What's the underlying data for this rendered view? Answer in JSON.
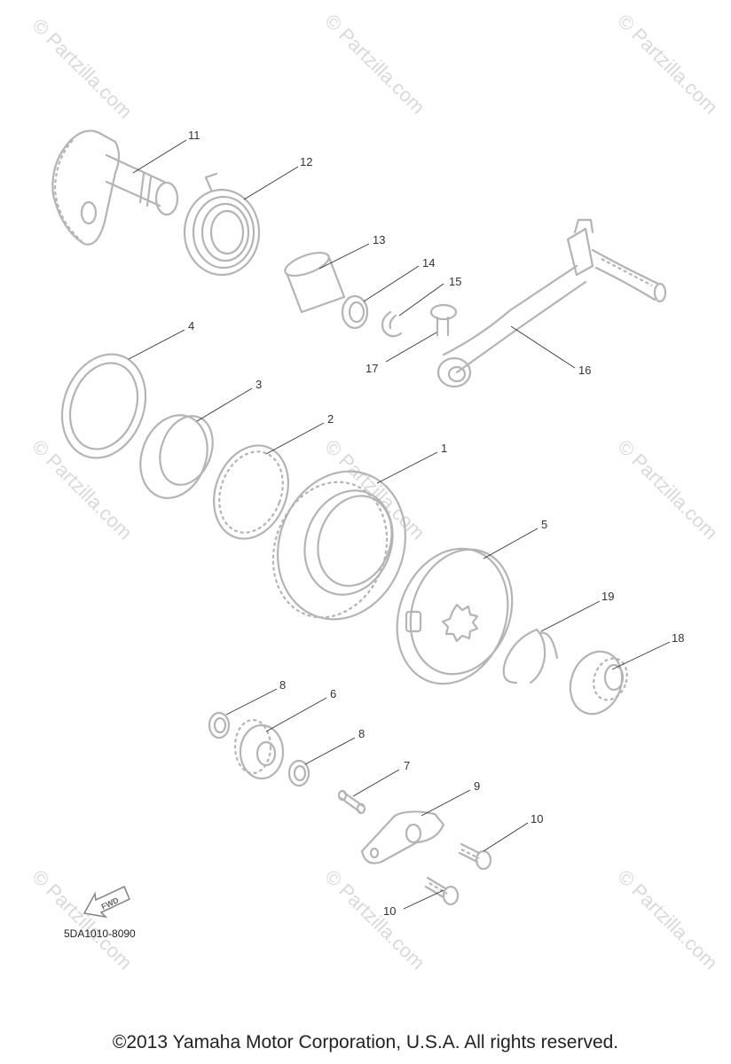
{
  "watermark": "© Partzilla.com",
  "callouts": {
    "p1": "1",
    "p2": "2",
    "p3": "3",
    "p4": "4",
    "p5": "5",
    "p6": "6",
    "p7": "7",
    "p8a": "8",
    "p8b": "8",
    "p9": "9",
    "p10a": "10",
    "p10b": "10",
    "p11": "11",
    "p12": "12",
    "p13": "13",
    "p14": "14",
    "p15": "15",
    "p16": "16",
    "p17": "17",
    "p18": "18",
    "p19": "19"
  },
  "direction_label": "FWD",
  "diagram_code": "5DA1010-8090",
  "copyright": "©2013  Yamaha Motor Corporation, U.S.A. All rights reserved.",
  "colors": {
    "part_stroke": "#b4b4b4",
    "text": "#333333",
    "watermark": "#d9d9d9"
  }
}
